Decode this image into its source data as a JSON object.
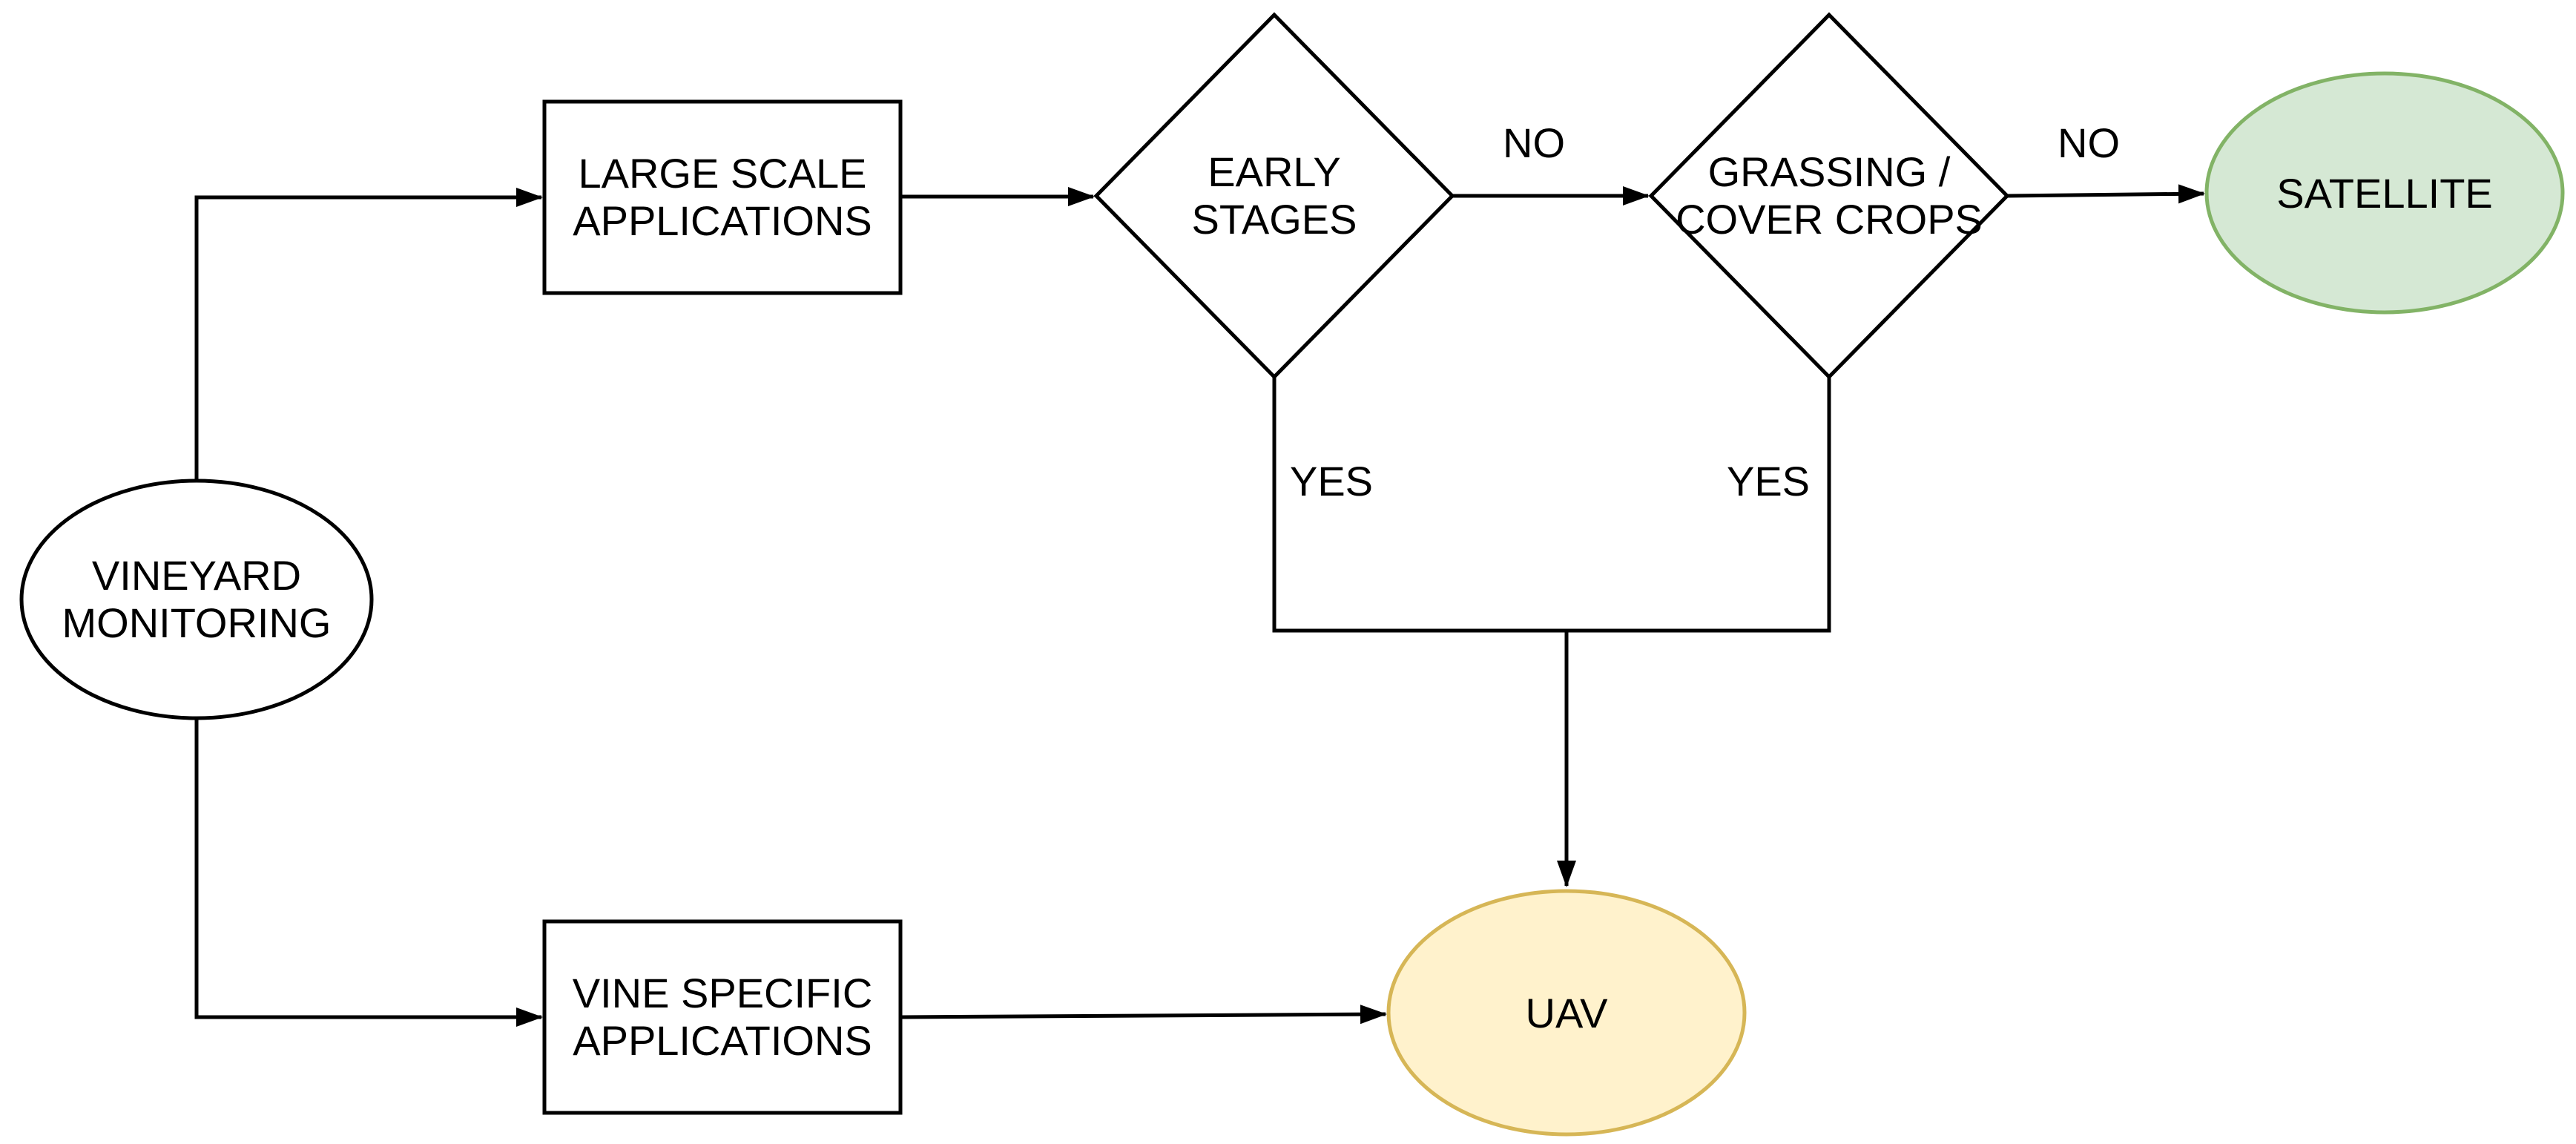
{
  "diagram": {
    "nodes": {
      "vineyard_monitoring": {
        "line1": "VINEYARD",
        "line2": "MONITORING"
      },
      "large_scale": {
        "line1": "LARGE SCALE",
        "line2": "APPLICATIONS"
      },
      "early_stages": {
        "line1": "EARLY",
        "line2": "STAGES"
      },
      "grassing_cover_crops": {
        "line1": "GRASSING /",
        "line2": "COVER CROPS"
      },
      "satellite": {
        "label": "SATELLITE",
        "fill": "#d5e8d4",
        "stroke": "#82b366"
      },
      "uav": {
        "label": "UAV",
        "fill": "#fff2cc",
        "stroke": "#d6b656"
      },
      "vine_specific": {
        "line1": "VINE SPECIFIC",
        "line2": "APPLICATIONS"
      }
    },
    "edge_labels": {
      "early_no": "NO",
      "grassing_no": "NO",
      "early_yes": "YES",
      "grassing_yes": "YES"
    },
    "colors": {
      "line": "#000000",
      "text": "#000000",
      "default_node_fill": "#ffffff"
    }
  }
}
